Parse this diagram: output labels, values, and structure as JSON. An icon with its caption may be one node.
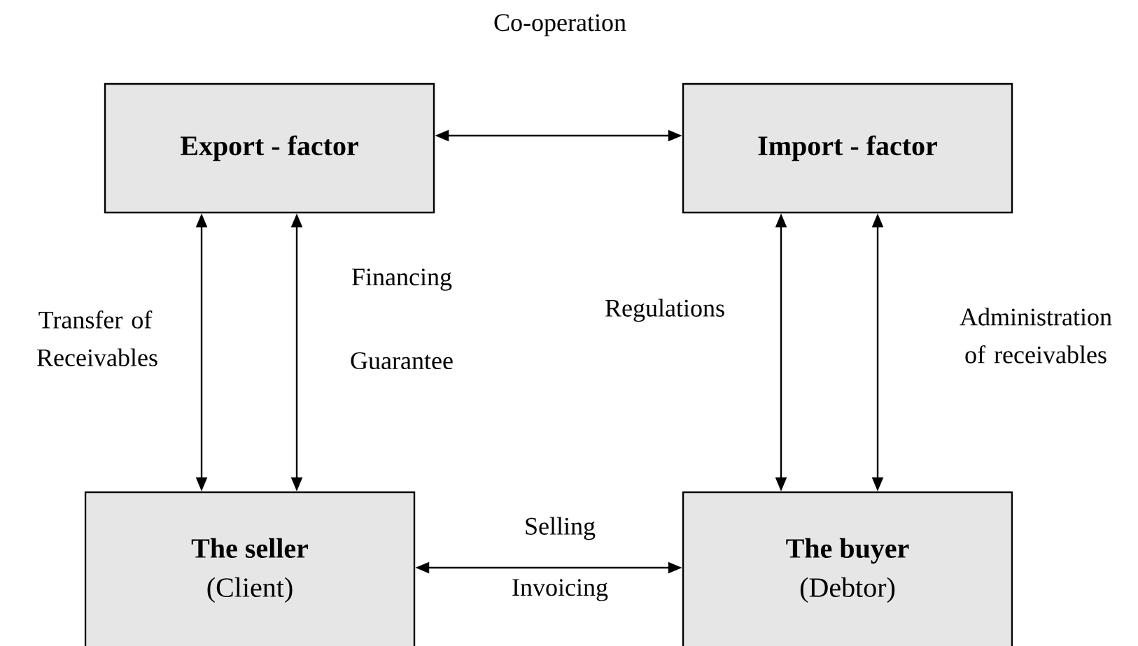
{
  "diagram": {
    "nodes": [
      {
        "text": [
          "Export - factor"
        ]
      },
      {
        "text": [
          "Import - factor"
        ]
      },
      {
        "text": [
          "The seller",
          "(Client)"
        ]
      },
      {
        "text": [
          "The buyer",
          "(Debtor)"
        ]
      }
    ],
    "edges": [
      {
        "from": 0,
        "to": 1,
        "arrow": "both",
        "label": "Co-operation"
      },
      {
        "from": 2,
        "to": 3,
        "arrow": "both",
        "label": "Selling"
      },
      {
        "from": 0,
        "to": 2,
        "arrow": "both",
        "label": "Transfer of Receivables"
      },
      {
        "from": 0,
        "to": 2,
        "arrow": "both",
        "label": "Financing"
      },
      {
        "from": 1,
        "to": 3,
        "arrow": "both",
        "label": "Regulations"
      },
      {
        "from": 1,
        "to": 3,
        "arrow": "both",
        "label": "Administration of receivables"
      }
    ],
    "labels": [
      "Guarantee",
      "Invoicing"
    ]
  }
}
